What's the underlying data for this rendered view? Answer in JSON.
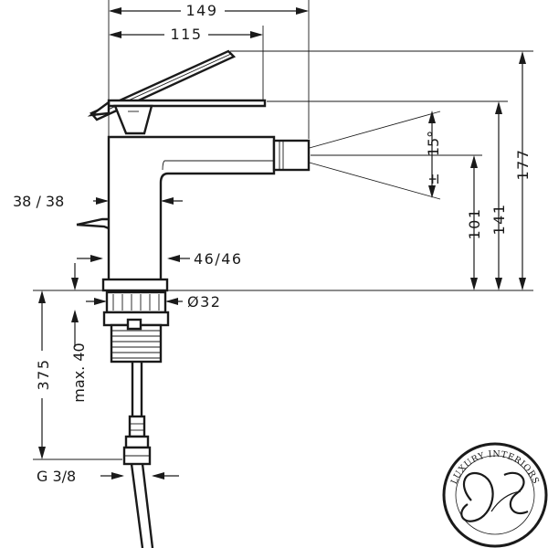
{
  "dimensions": {
    "width_total": "149",
    "width_spout": "115",
    "height_total": "177",
    "height_lever": "141",
    "height_outlet": "101",
    "angle": "15°",
    "angle_tolerance": "±",
    "body_offset": "38 / 38",
    "body_depth": "46/46",
    "hole_diameter": "Ø32",
    "deck_thickness": "max. 40",
    "hose_length": "375",
    "connection": "G 3/8"
  },
  "logo": {
    "text": "LUXURY INTERIORS"
  }
}
